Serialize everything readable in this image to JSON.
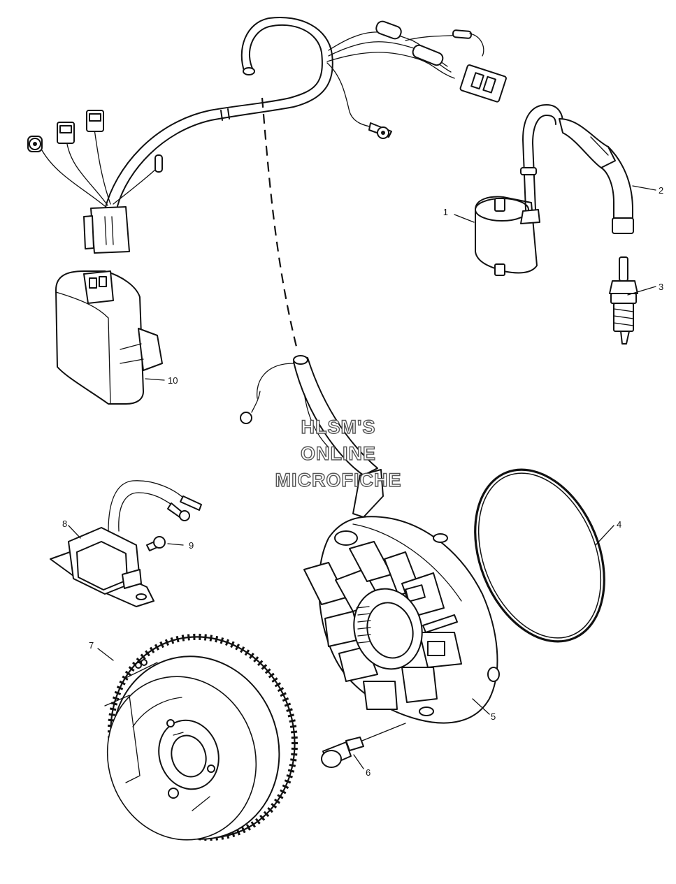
{
  "watermark": {
    "lines": [
      "HLSM'S",
      "ONLINE",
      "MICROFICHE"
    ]
  },
  "callouts": [
    {
      "id": "ignition-coil",
      "number": "1"
    },
    {
      "id": "spark-plug-cap-wire",
      "number": "2"
    },
    {
      "id": "spark-plug",
      "number": "3"
    },
    {
      "id": "o-ring",
      "number": "4"
    },
    {
      "id": "stator",
      "number": "5"
    },
    {
      "id": "stator-bolt",
      "number": "6"
    },
    {
      "id": "flywheel",
      "number": "7"
    },
    {
      "id": "regulator",
      "number": "8"
    },
    {
      "id": "regulator-screw",
      "number": "9"
    },
    {
      "id": "cdi-box",
      "number": "10"
    }
  ]
}
